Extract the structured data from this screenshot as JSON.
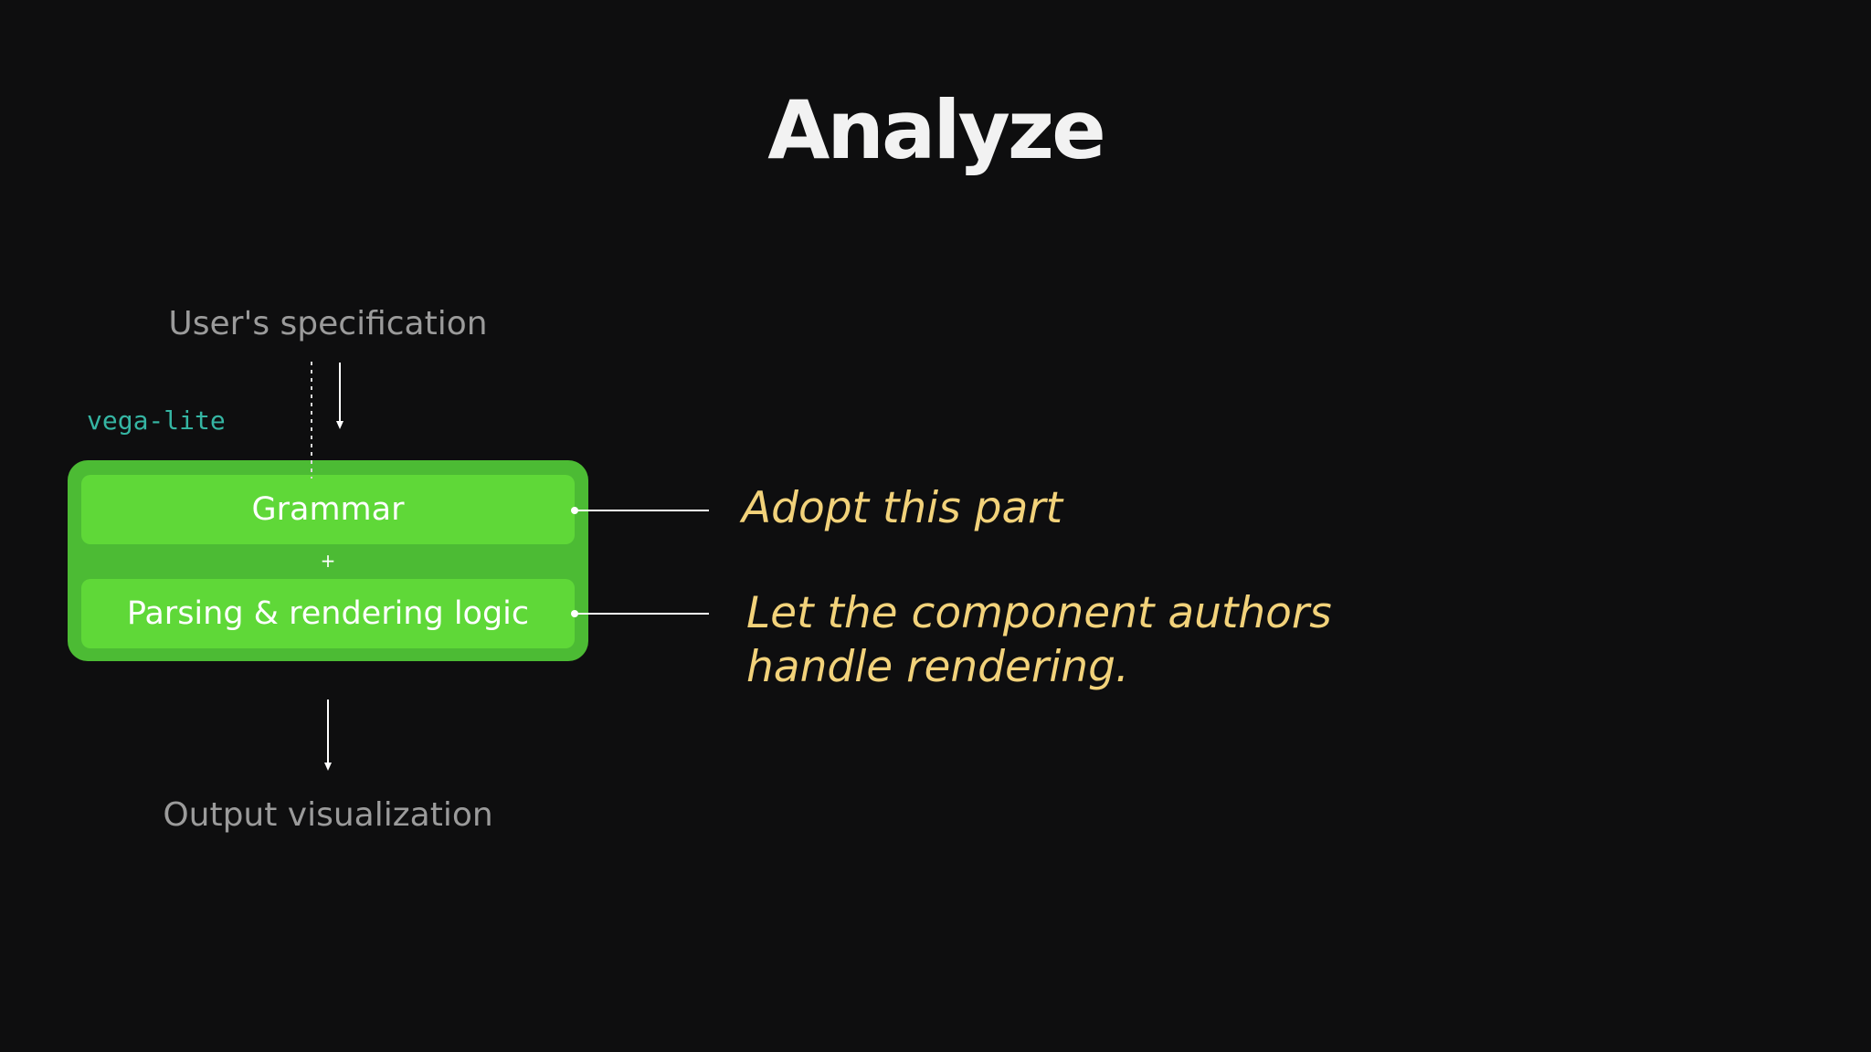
{
  "title": "Analyze",
  "diagram": {
    "input_label": "User's specification",
    "library_label": "vega-lite",
    "grammar_label": "Grammar",
    "plus_label": "+",
    "logic_label": "Parsing & rendering logic",
    "output_label": "Output visualization"
  },
  "annotations": {
    "grammar_note": "Adopt this part",
    "logic_note_line1": "Let the component authors",
    "logic_note_line2": "handle rendering."
  },
  "colors": {
    "background": "#0e0e0f",
    "outer_box": "#4cbb34",
    "inner_box": "#5fd838",
    "annotation": "#f2d27a",
    "library_label": "#35b5a3",
    "muted_text": "#9b9b9b"
  }
}
